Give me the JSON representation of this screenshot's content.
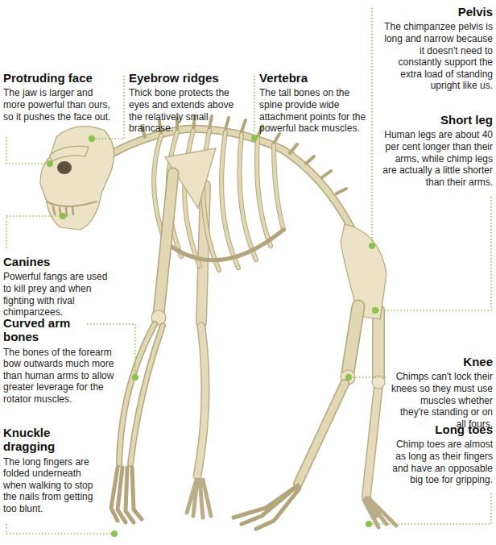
{
  "diagram": {
    "labels": [
      "Protruding face",
      "The jaw is larger and more powerful than ours, so it pushes the face out.",
      "Eyebrow ridges",
      "Thick bone protects the eyes and extends above the relatively small braincase.",
      "Vertebra",
      "The tall bones on the spine provide wide attachment points for the powerful back muscles.",
      "Pelvis",
      "The chimpanzee pelvis is long and narrow because it doesn't need to constantly support the extra load of standing upright like us.",
      "Short leg",
      "Human legs are about 40 per cent longer than their arms, while chimp legs are actually a little shorter than their arms.",
      "Canines",
      "Powerful fangs are used to kill prey and when fighting with rival chimpanzees.",
      "Curved arm bones",
      "The bones of the forearm bow outwards much more than human arms to allow greater leverage for the rotator muscles.",
      "Knee",
      "Chimps can't lock their knees so they must use muscles whether they're standing or on all fours.",
      "Knuckle dragging",
      "The long fingers are folded underneath when walking to stop the nails from getting too blunt.",
      "Long toes",
      "Chimp toes are almost as long as their fingers and have an opposable big toe for gripping."
    ]
  }
}
